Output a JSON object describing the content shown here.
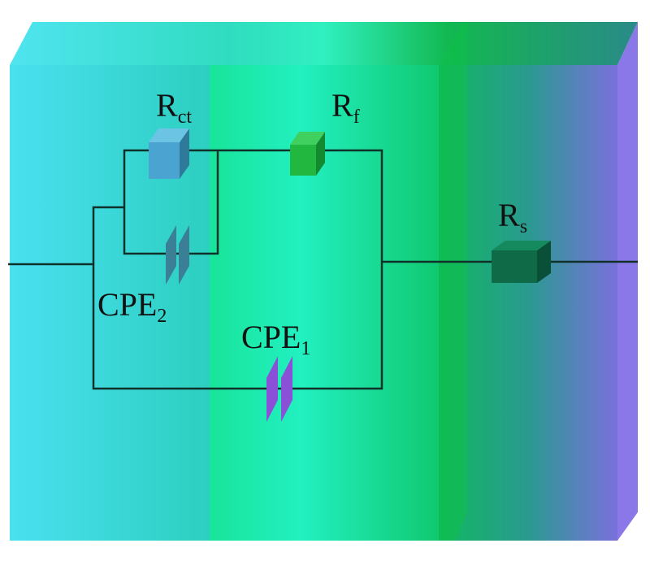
{
  "labels": {
    "rct": {
      "main": "R",
      "sub": "ct"
    },
    "rf": {
      "main": "R",
      "sub": "f"
    },
    "rs": {
      "main": "R",
      "sub": "s"
    },
    "cpe2": {
      "main": "CPE",
      "sub": "2"
    },
    "cpe1": {
      "main": "CPE",
      "sub": "1"
    }
  },
  "colors": {
    "left_slab": "#45d8e6",
    "middle_slab": "#1ff0b0",
    "right_slab_end": "#8070e0",
    "rct_box": "#4aa3d0",
    "rf_box": "#22b840",
    "rs_box": "#0f6a48",
    "cpe2": "#3a7f95",
    "cpe1": "#8a50d8"
  }
}
